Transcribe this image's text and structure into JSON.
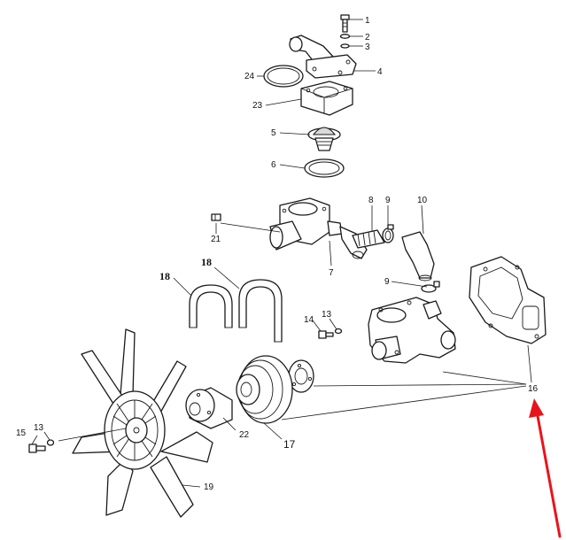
{
  "callouts": [
    {
      "id": "c1",
      "text": "1"
    },
    {
      "id": "c2",
      "text": "2"
    },
    {
      "id": "c3",
      "text": "3"
    },
    {
      "id": "c4",
      "text": "4"
    },
    {
      "id": "c24",
      "text": "24"
    },
    {
      "id": "c23",
      "text": "23"
    },
    {
      "id": "c5",
      "text": "5"
    },
    {
      "id": "c6",
      "text": "6"
    },
    {
      "id": "c8",
      "text": "8"
    },
    {
      "id": "c9a",
      "text": "9"
    },
    {
      "id": "c10",
      "text": "10"
    },
    {
      "id": "c21",
      "text": "21"
    },
    {
      "id": "c7",
      "text": "7"
    },
    {
      "id": "c18a",
      "text": "18"
    },
    {
      "id": "c18b",
      "text": "18"
    },
    {
      "id": "c9b",
      "text": "9"
    },
    {
      "id": "c14",
      "text": "14"
    },
    {
      "id": "c13a",
      "text": "13"
    },
    {
      "id": "c16",
      "text": "16"
    },
    {
      "id": "c15",
      "text": "15"
    },
    {
      "id": "c13b",
      "text": "13"
    },
    {
      "id": "c22",
      "text": "22"
    },
    {
      "id": "c17",
      "text": "17"
    },
    {
      "id": "c19",
      "text": "19"
    }
  ],
  "colors": {
    "ink": "#1a1a1a",
    "arrow": "#e8141b",
    "background": "#ffffff"
  },
  "icons": {
    "pointer": "red-arrow-icon"
  }
}
